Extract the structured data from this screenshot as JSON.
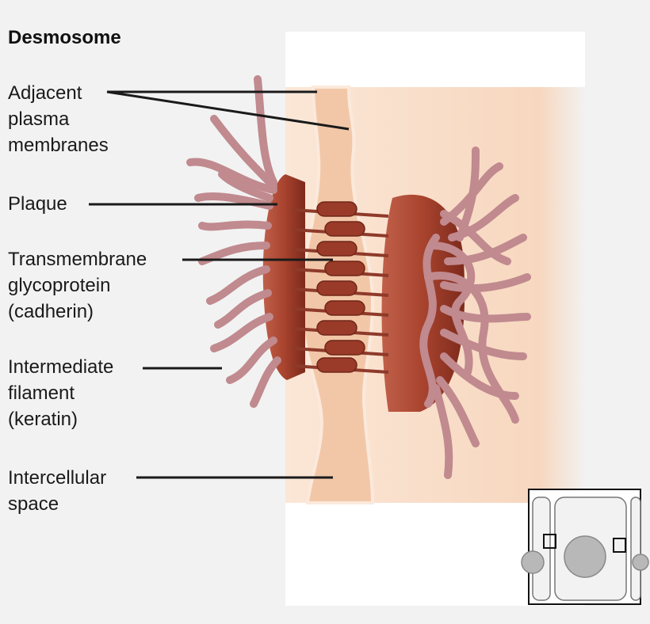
{
  "title": "Desmosome",
  "labels": {
    "membranes": [
      "Adjacent",
      "plasma",
      "membranes"
    ],
    "plaque": [
      "Plaque"
    ],
    "cadherin": [
      "Transmembrane",
      "glycoprotein",
      "(cadherin)"
    ],
    "filament": [
      "Intermediate",
      "filament",
      "(keratin)"
    ],
    "space": [
      "Intercellular",
      "space"
    ]
  },
  "colors": {
    "background": "#f2f2f2",
    "cytoplasm": "#f7dcc6",
    "membrane_fill": "#f2c7a8",
    "membrane_edge": "#fbe9db",
    "plaque": "#a8432e",
    "cadherin": "#9a3a28",
    "filament": "#c08a8f",
    "leader": "#1a1a1a"
  },
  "inset": {
    "description_icon": "cell-layer-locator-icon"
  }
}
